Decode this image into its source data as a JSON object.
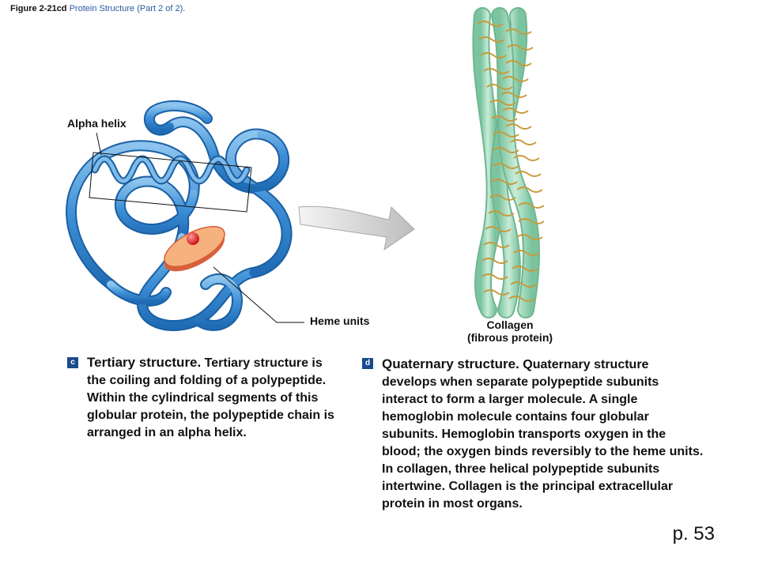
{
  "header": {
    "figure_number": "Figure 2-21cd",
    "figure_title": "Protein Structure (Part 2 of 2)."
  },
  "labels": {
    "alpha_helix": "Alpha helix",
    "heme_units": "Heme units",
    "collagen_line1": "Collagen",
    "collagen_line2": "(fibrous protein)"
  },
  "panels": [
    {
      "badge": "c",
      "heading": "Tertiary structure.",
      "text": " Tertiary structure is the coiling and folding of a polypeptide. Within the cylindrical segments of this globular protein, the polypeptide chain is arranged in an alpha helix."
    },
    {
      "badge": "d",
      "heading": "Quaternary structure.",
      "text": " Quaternary structure develops when separate polypeptide subunits interact to form a larger molecule. A single hemoglobin molecule contains four globular subunits. Hemoglobin transports oxygen in the blood; the oxygen binds reversibly to the heme units. In collagen, three helical polypeptide subunits intertwine. Collagen is the principal extracellular protein in most organs."
    }
  ],
  "page": {
    "number": "p. 53"
  },
  "colors": {
    "ribbon": "#3d8fd6",
    "ribbon_light": "#8cc4ee",
    "heme": "#f0a070",
    "heme_edge": "#d8603a",
    "oxygen": "#e02020",
    "collagen_strand": "#9fd8b8",
    "collagen_coil": "#c8a040",
    "arrow": "#c8c8c8"
  }
}
